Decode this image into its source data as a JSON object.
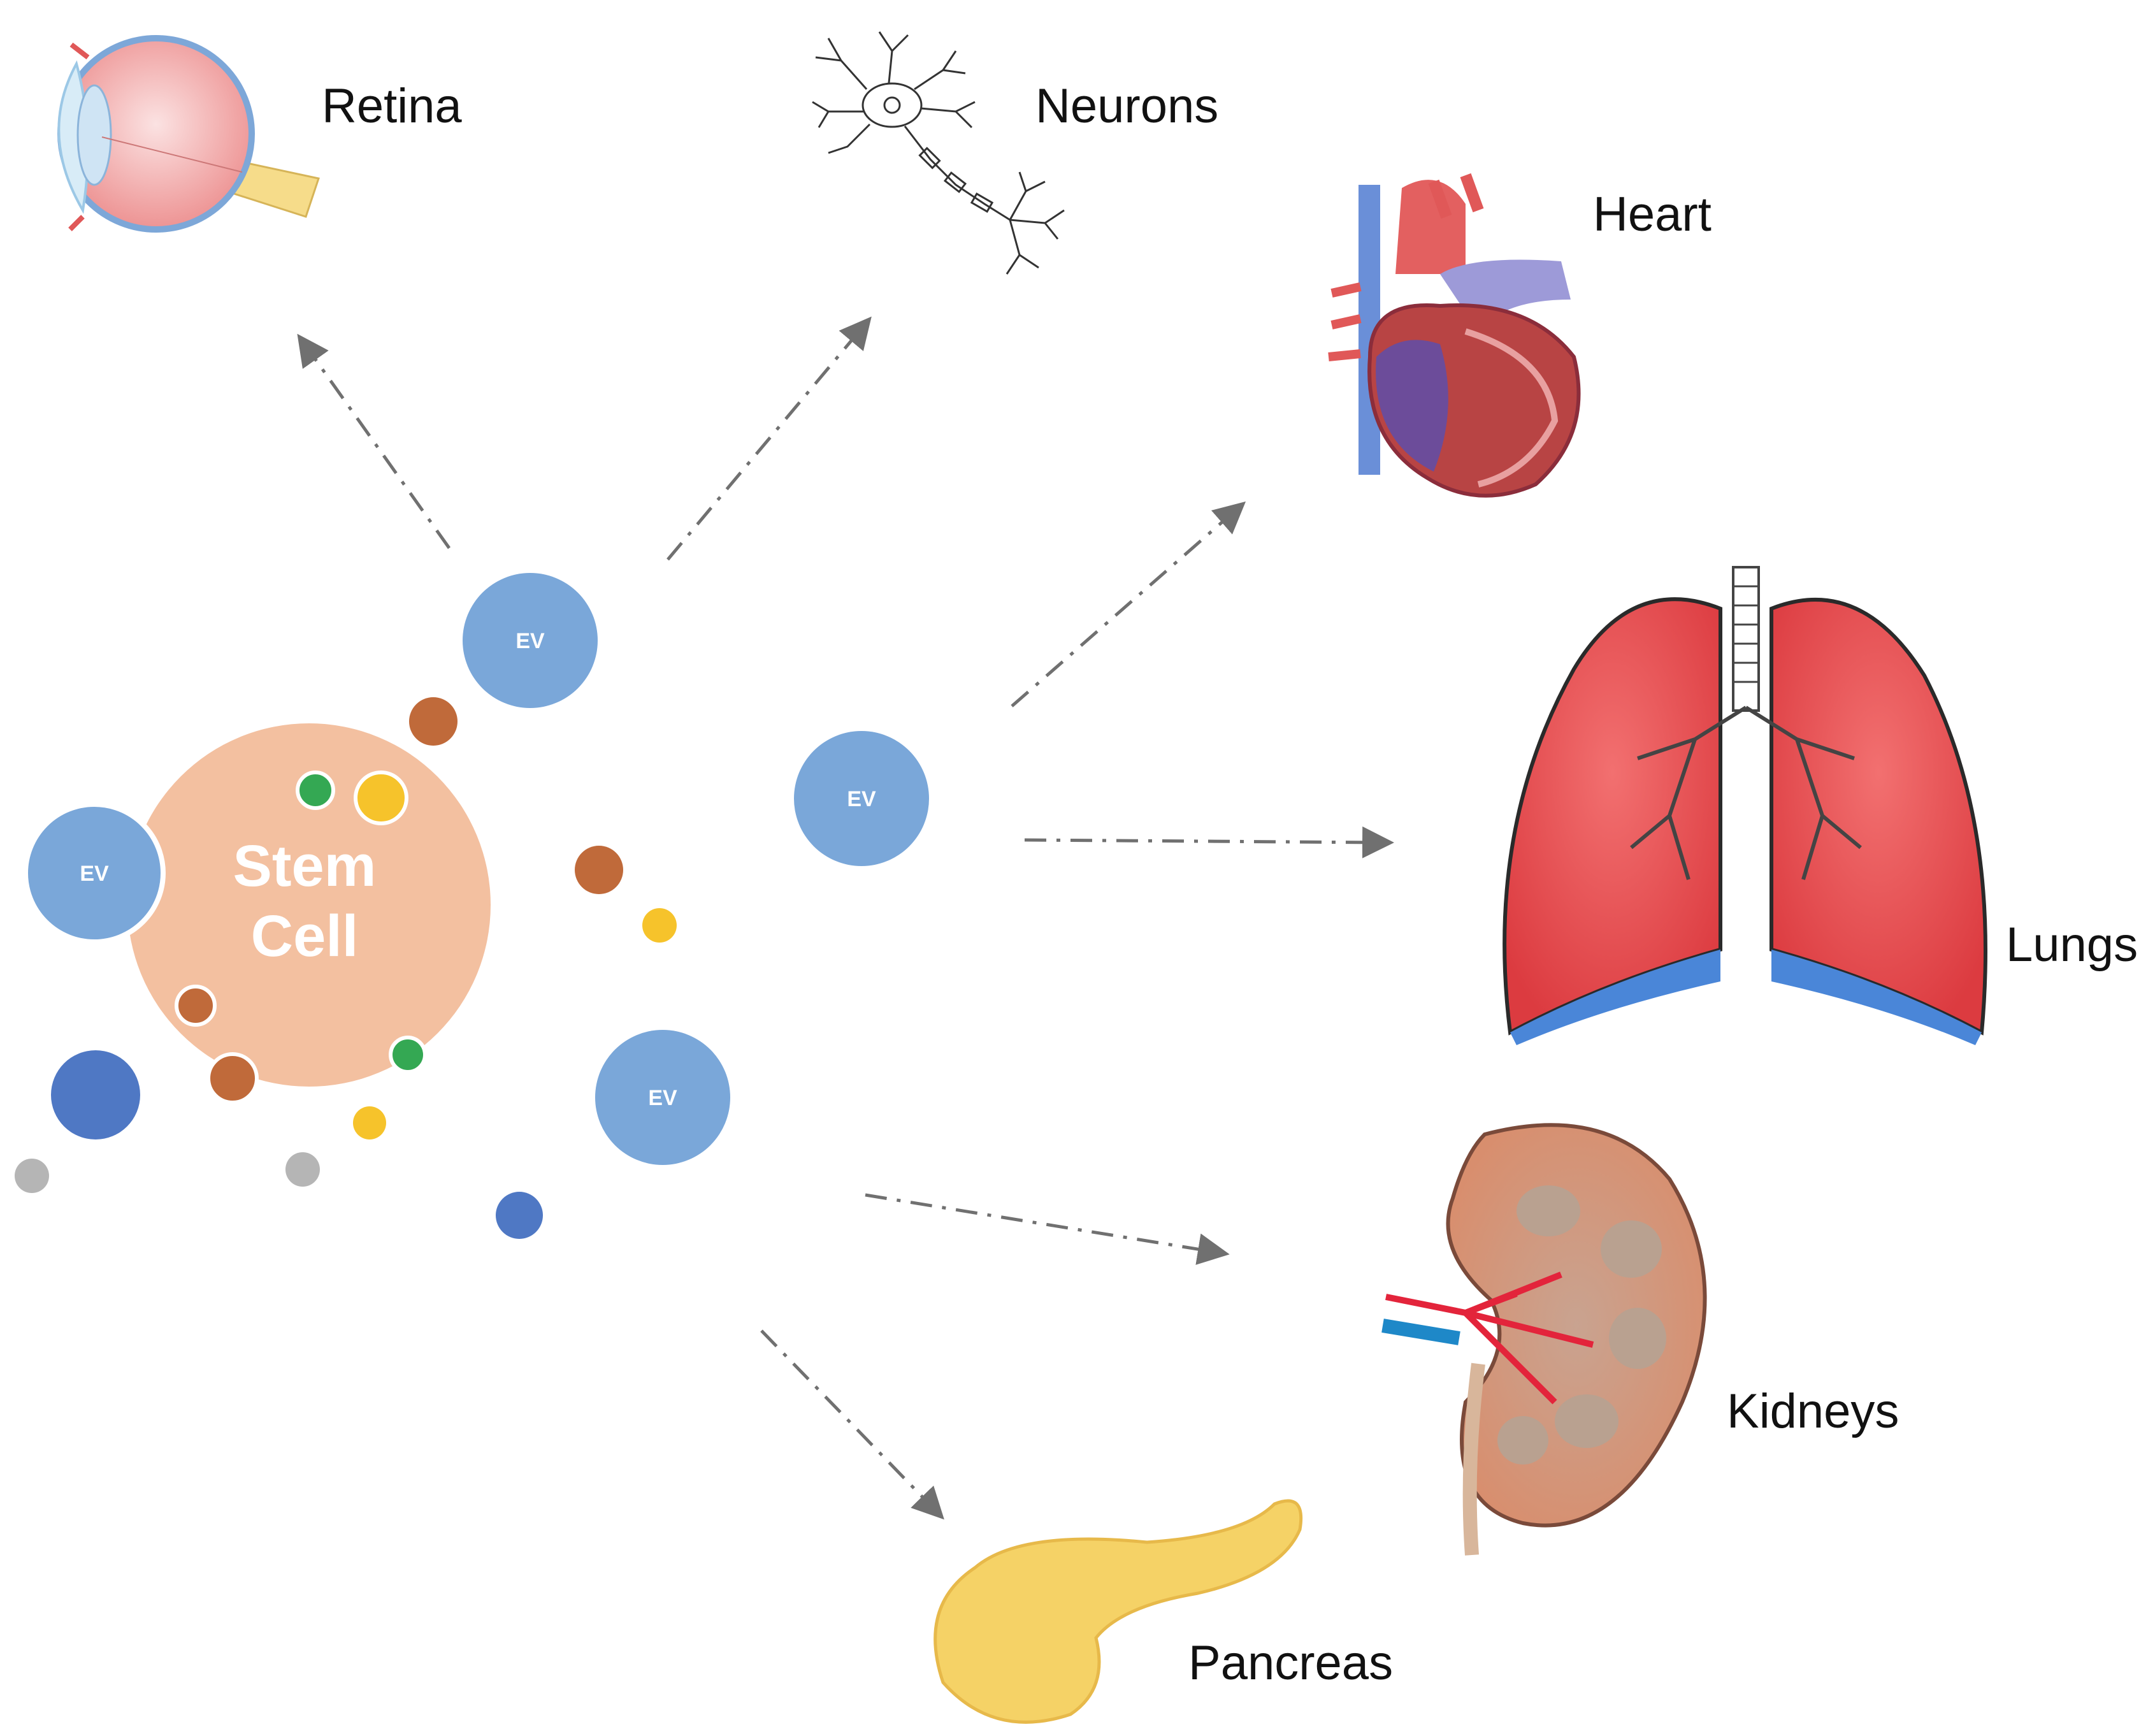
{
  "labels": {
    "retina": "Retina",
    "neurons": "Neurons",
    "heart": "Heart",
    "lungs": "Lungs",
    "kidneys": "Kidneys",
    "pancreas": "Pancreas",
    "stem_cell_line1": "Stem",
    "stem_cell_line2": "Cell",
    "ev": "EV"
  },
  "colors": {
    "stem_cell": "#f3c0a0",
    "ev": "#7aa7d9",
    "ev_dark": "#4f78c4",
    "brown": "#c06a3a",
    "green": "#34a853",
    "yellow": "#f6c32b",
    "gray": "#b5b5b5",
    "arrow": "#707070",
    "lung_red": "#e8484c",
    "lung_blue": "#4a86d8",
    "pancreas": "#f5d266",
    "kidney": "#d79a78"
  }
}
